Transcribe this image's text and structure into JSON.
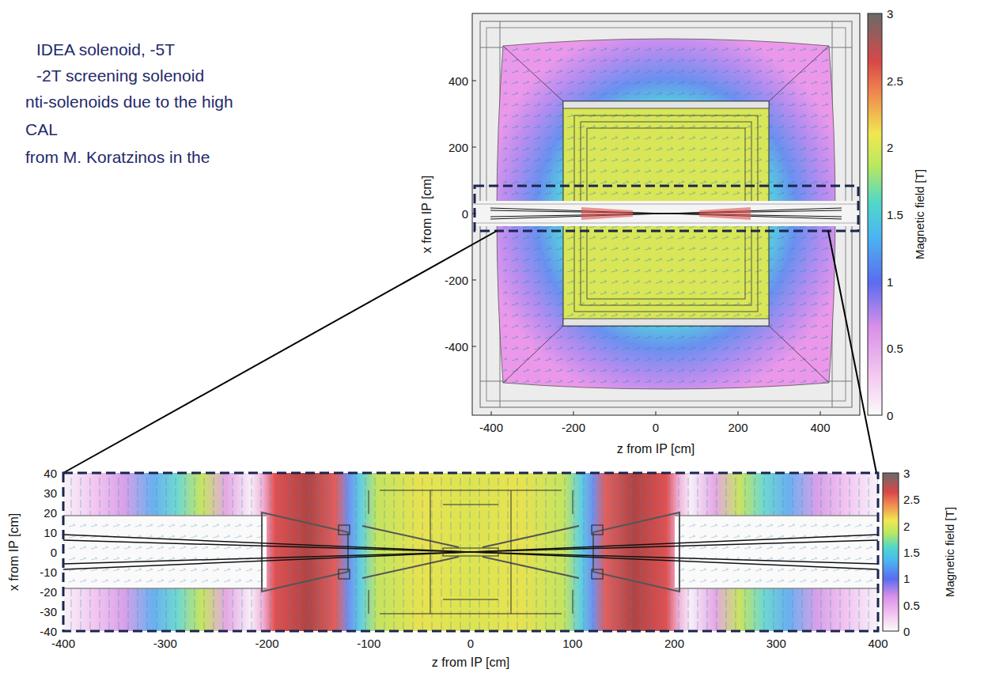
{
  "diagram": {
    "labels": [
      "IDEA solenoid, -5T",
      "-2T screening solenoid",
      "nti-solenoids due to the high",
      "CAL",
      "from M. Koratzinos in the",
      "400",
      "200",
      "0",
      "-200",
      "-400",
      "-400",
      "-200",
      "0",
      "200",
      "400",
      "z from IP [cm]",
      "x from IP [cm]",
      "3",
      "2.5",
      "2",
      "1.5",
      "1",
      "0.5",
      "0",
      "Magnetic field [T]",
      "40",
      "30",
      "20",
      "10",
      "0",
      "-10",
      "-20",
      "-30",
      "-40",
      "-400",
      "-300",
      "-200",
      "-100",
      "0",
      "100",
      "200",
      "300",
      "400",
      "z from IP [cm]",
      "x from IP [cm]",
      "3",
      "2.5",
      "2",
      "1.5",
      "1",
      "0.5",
      "0",
      "Magnetic field [T]"
    ]
  }
}
